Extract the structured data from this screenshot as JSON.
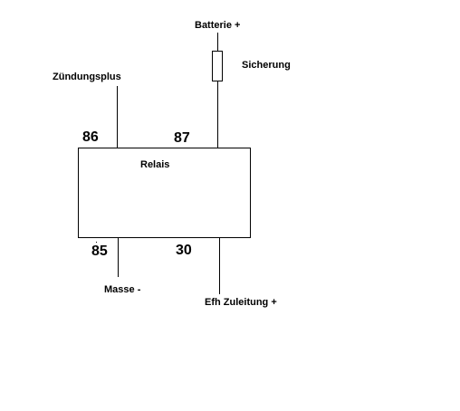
{
  "diagram": {
    "labels": {
      "battery": "Batterie +",
      "fuse": "Sicherung",
      "ignition": "Zündungsplus",
      "relay": "Relais",
      "ground": "Masse -",
      "output": "Efh Zuleitung +"
    },
    "pins": {
      "pin86": "86",
      "pin87": "87",
      "pin85": "85",
      "pin30": "30"
    },
    "colors": {
      "line": "#000000",
      "background": "#ffffff"
    }
  }
}
